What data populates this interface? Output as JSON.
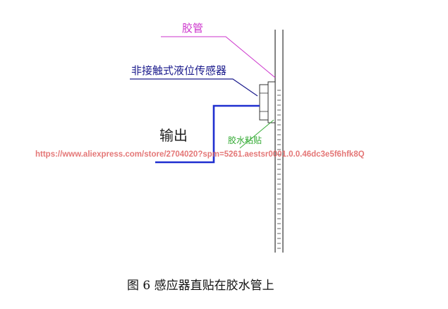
{
  "diagram": {
    "labels": {
      "tube": "胶管",
      "sensor": "非接触式液位传感器",
      "output": "输出",
      "glue": "胶水粘贴"
    },
    "caption": "图 6  感应器直贴在胶水管上",
    "watermark": "https://www.aliexpress.com/store/2704020?spm=5261.aestsr0001.0.0.46dc3e5f6hfk8Q"
  },
  "colors": {
    "tube_leader": "#cc33cc",
    "sensor_leader": "#1a1a8c",
    "output_wire": "#1f2fd0",
    "glue_label": "#33aa33",
    "watermark": "#e06060"
  }
}
